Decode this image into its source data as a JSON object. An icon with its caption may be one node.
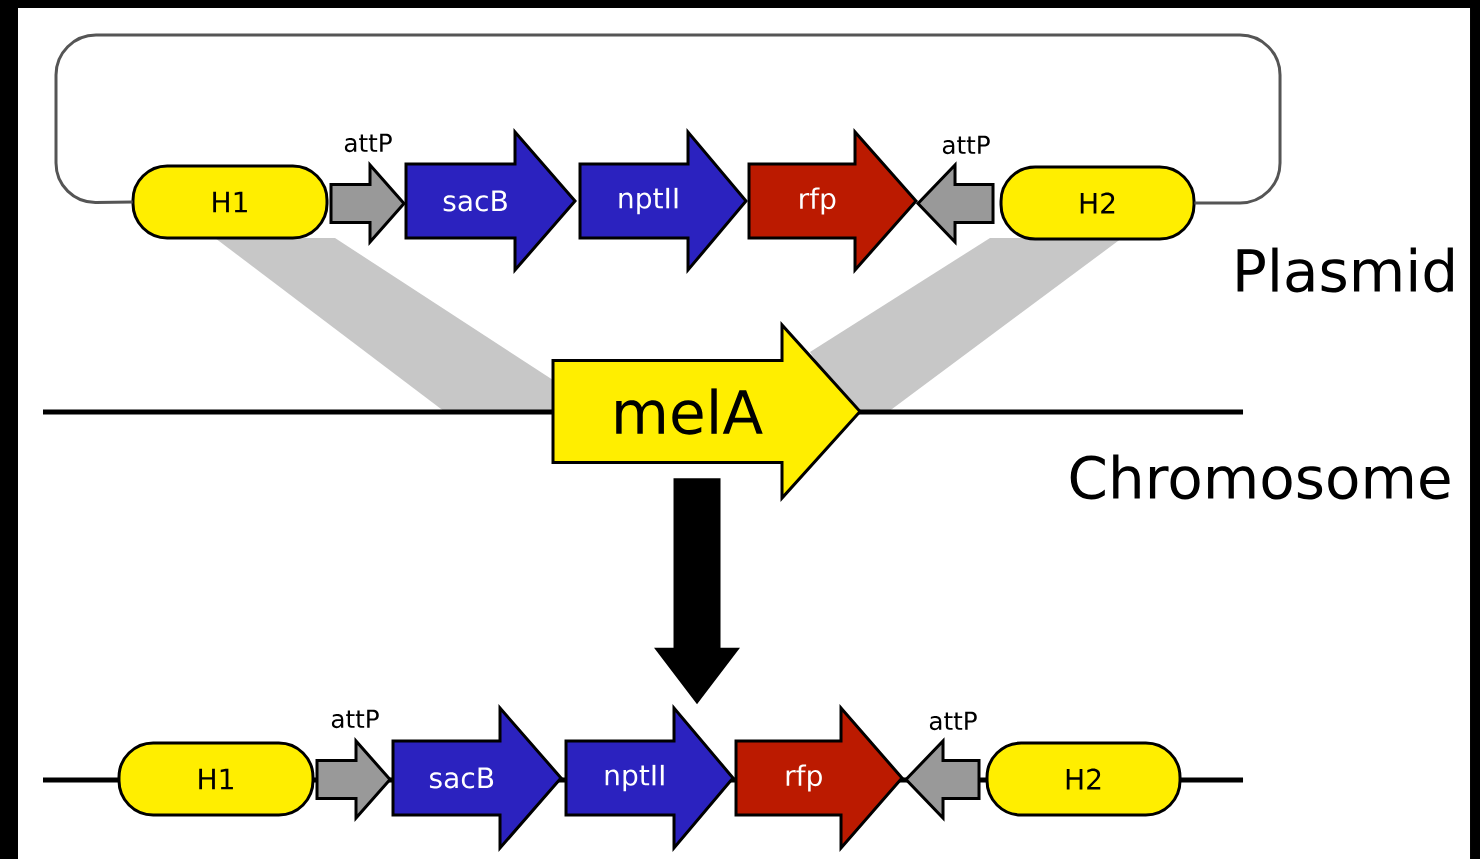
{
  "diagram": {
    "nodes": [
      {
        "text": [
          "H1"
        ]
      },
      {
        "text": [],
        "shape": "arrow",
        "beside": [
          "attP"
        ]
      },
      {
        "text": [
          "sacB"
        ]
      },
      {
        "text": [
          "nptII"
        ]
      },
      {
        "text": [
          "rfp"
        ]
      },
      {
        "text": [],
        "shape": "arrow",
        "beside": [
          "attP"
        ]
      },
      {
        "text": [
          "H2"
        ]
      },
      {
        "text": [
          "melA"
        ]
      },
      {
        "text": [
          "H1"
        ]
      },
      {
        "text": [],
        "shape": "arrow",
        "beside": [
          "attP"
        ]
      },
      {
        "text": [
          "sacB"
        ]
      },
      {
        "text": [
          "nptII"
        ]
      },
      {
        "text": [
          "rfp"
        ]
      },
      {
        "text": [],
        "shape": "arrow",
        "beside": [
          "attP"
        ]
      },
      {
        "text": [
          "H2"
        ]
      }
    ],
    "edges": [
      {
        "from": 0,
        "to": 6,
        "arrow": "none",
        "color": "#555555"
      },
      {
        "from": 7,
        "to": 11,
        "arrow": "to",
        "style": "thick"
      }
    ],
    "labels": [
      "Plasmid",
      "Chromosome"
    ]
  }
}
